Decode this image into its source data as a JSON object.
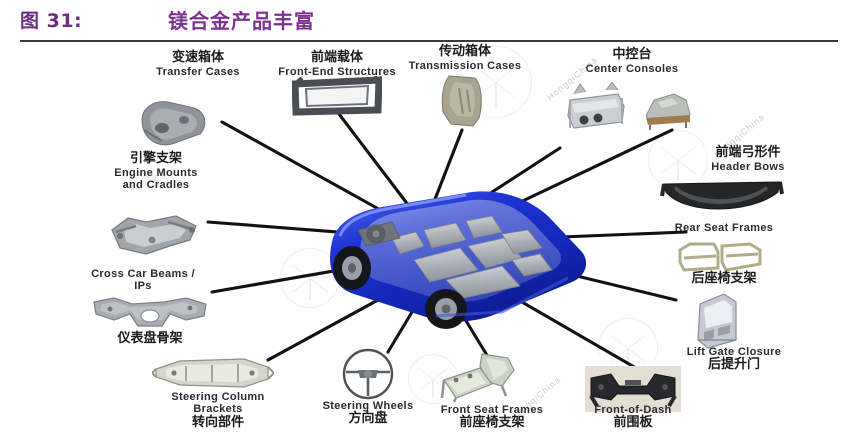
{
  "header": {
    "figure_number": "图 31:",
    "title": "镁合金产品丰富",
    "accent_color": "#7b3191",
    "rule_color": "#3a3a3a"
  },
  "watermark": {
    "text": "HongqiChina",
    "icon": "circle-logo-watermark"
  },
  "diagram": {
    "center": {
      "name": "magnesium-alloy-vehicle",
      "body_color": "#1b39d6",
      "interior_color": "#9aa0a8"
    },
    "callouts": [
      {
        "id": "transfer-cases",
        "cn": "变速箱体",
        "en": "Transfer Cases",
        "cn_first": true,
        "icon": "transfer-case-part"
      },
      {
        "id": "front-end-structures",
        "cn": "前端载体",
        "en": "Front-End Structures",
        "cn_first": true,
        "icon": "front-end-structure-part"
      },
      {
        "id": "transmission-cases",
        "cn": "传动箱体",
        "en": "Transmission Cases",
        "cn_first": true,
        "icon": "transmission-case-part"
      },
      {
        "id": "center-consoles",
        "cn": "中控台",
        "en": "Center Consoles",
        "cn_first": true,
        "icon": "center-console-part"
      },
      {
        "id": "header-bows",
        "cn": "前端弓形件",
        "en": "Header Bows",
        "cn_first": true,
        "icon": "header-bow-part"
      },
      {
        "id": "rear-seat-frames",
        "cn": "后座椅支架",
        "en": "Rear Seat Frames",
        "cn_first": false,
        "icon": "rear-seat-frame-part"
      },
      {
        "id": "lift-gate-closure",
        "cn": "后提升门",
        "en": "Lift Gate Closure",
        "cn_first": false,
        "icon": "lift-gate-part"
      },
      {
        "id": "front-of-dash",
        "cn": "前围板",
        "en": "Front-of-Dash",
        "cn_first": false,
        "icon": "front-of-dash-part"
      },
      {
        "id": "front-seat-frames",
        "cn": "前座椅支架",
        "en": "Front Seat Frames",
        "cn_first": false,
        "icon": "front-seat-frame-part"
      },
      {
        "id": "steering-wheels",
        "cn": "方向盘",
        "en": "Steering Wheels",
        "cn_first": false,
        "icon": "steering-wheel-part"
      },
      {
        "id": "steering-column-brackets",
        "cn": "转向部件",
        "en": "Steering Column Brackets",
        "cn_first": false,
        "icon": "steering-column-bracket-part"
      },
      {
        "id": "cross-car-beams",
        "cn": "仪表盘骨架",
        "en": "Cross Car Beams / IPs",
        "cn_first": false,
        "icon": "cross-car-beam-part"
      },
      {
        "id": "engine-mounts",
        "cn": "引擎支架",
        "en": "Engine Mounts and Cradles",
        "cn_first": true,
        "icon": "engine-mount-part"
      }
    ]
  }
}
